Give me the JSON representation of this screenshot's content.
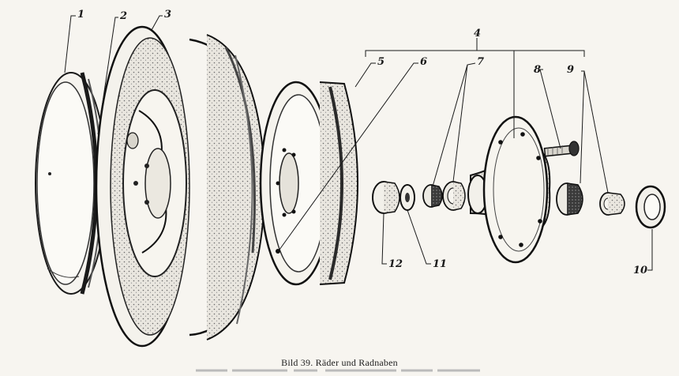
{
  "figure": {
    "caption": "Bild 39. Räder und Radnaben"
  },
  "callouts": {
    "c1": "1",
    "c2": "2",
    "c3": "3",
    "c4": "4",
    "c5": "5",
    "c6": "6",
    "c7": "7",
    "c8": "8",
    "c9": "9",
    "c10": "10",
    "c11": "11",
    "c12": "12"
  }
}
